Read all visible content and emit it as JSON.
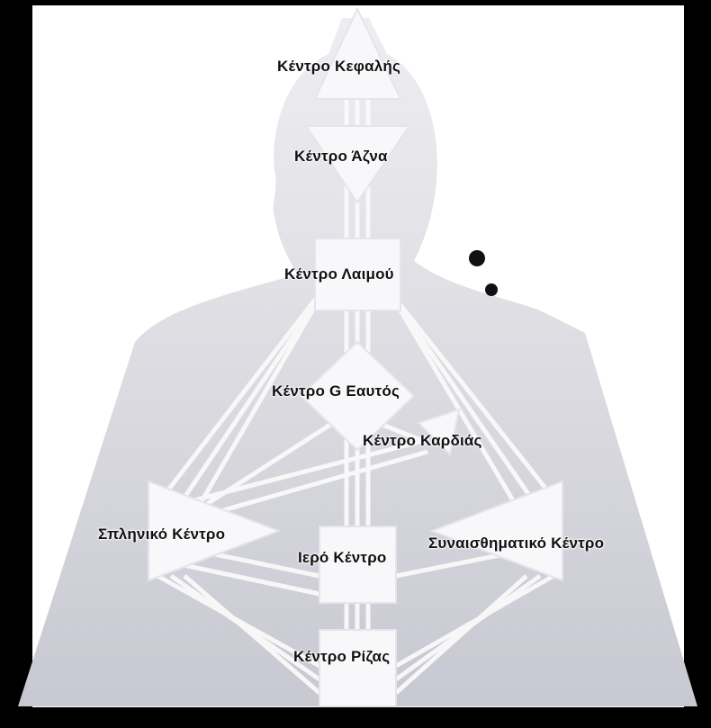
{
  "centers": {
    "head": {
      "label": "Κέντρο Κεφαλής"
    },
    "ajna": {
      "label": "Κέντρο Άζνα"
    },
    "throat": {
      "label": "Κέντρο Λαιμού"
    },
    "g": {
      "label": "Κέντρο G Εαυτός"
    },
    "heart": {
      "label": "Κέντρο Καρδιάς"
    },
    "spleen": {
      "label": "Σπληνικό Κέντρο"
    },
    "sacral": {
      "label": "Ιερό Κέντρο"
    },
    "solar": {
      "label": "Συναισθηματικό Κέντρο"
    },
    "root": {
      "label": "Κέντρο Ρίζας"
    }
  },
  "colors": {
    "background": "#000000",
    "body": "#dcdce2",
    "center_fill": "#f8f8fb",
    "channel": "#ffffff",
    "text": "#111111"
  }
}
